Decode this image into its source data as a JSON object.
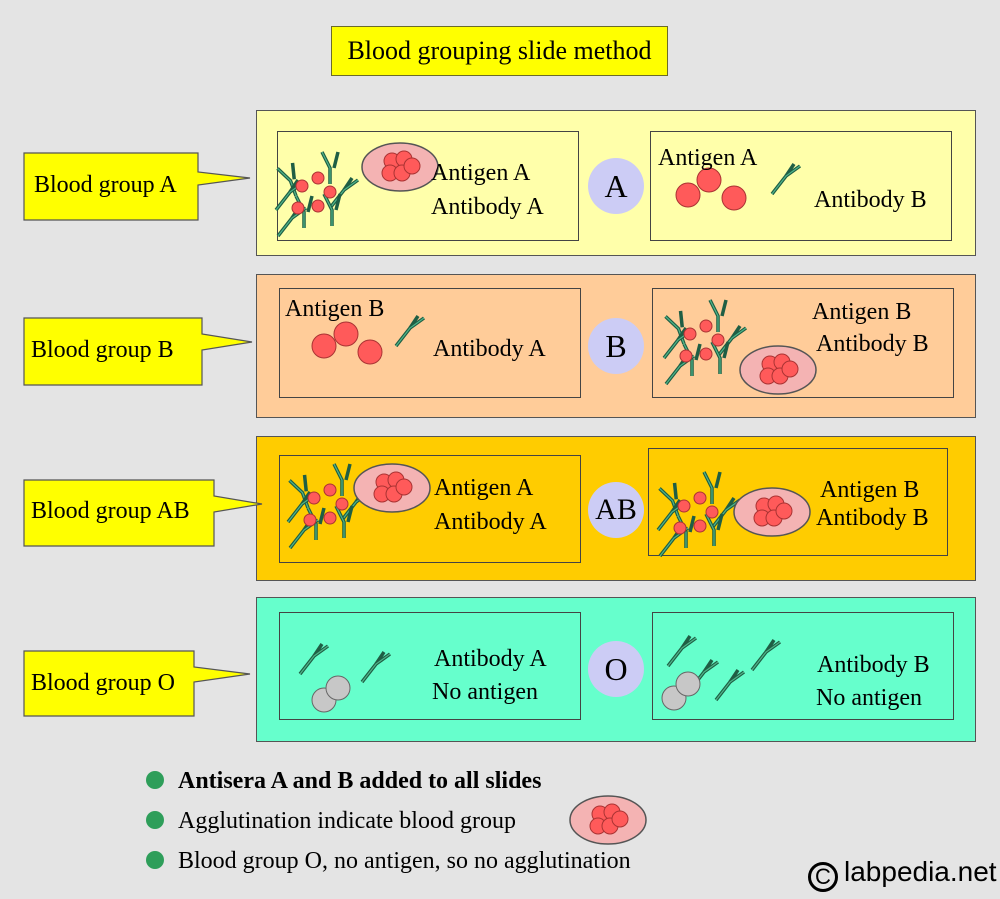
{
  "title": "Blood grouping slide method",
  "rows": [
    {
      "group_label": "Blood group A",
      "center": "A",
      "left_slide": [
        "Antigen A",
        "Antibody A"
      ],
      "right_slide": [
        "Antigen A",
        "Antibody B"
      ]
    },
    {
      "group_label": "Blood group B",
      "center": "B",
      "left_slide": [
        "Antigen B",
        "Antibody A"
      ],
      "right_slide": [
        "Antigen B",
        "Antibody B"
      ]
    },
    {
      "group_label": "Blood group AB",
      "center": "AB",
      "left_slide": [
        "Antigen A",
        "Antibody A"
      ],
      "right_slide": [
        "Antigen B",
        "Antibody B"
      ]
    },
    {
      "group_label": "Blood group O",
      "center": "O",
      "left_slide": [
        "Antibody A",
        "No antigen"
      ],
      "right_slide": [
        "Antibody B",
        "No antigen"
      ]
    }
  ],
  "bullets": [
    "Antisera A and B added to all slides",
    "Agglutination indicate blood group",
    "Blood group O, no antigen, so no agglutination"
  ],
  "copyright": "labpedia.net",
  "colors": {
    "row_A": "#ffffaa",
    "row_B": "#ffcc99",
    "row_AB": "#ffcc00",
    "row_O": "#66ffcc",
    "callout": "#ffff00",
    "rbc": "#ff6666",
    "antibody": "#2e7d5a",
    "bullet": "#2e9e5a"
  }
}
